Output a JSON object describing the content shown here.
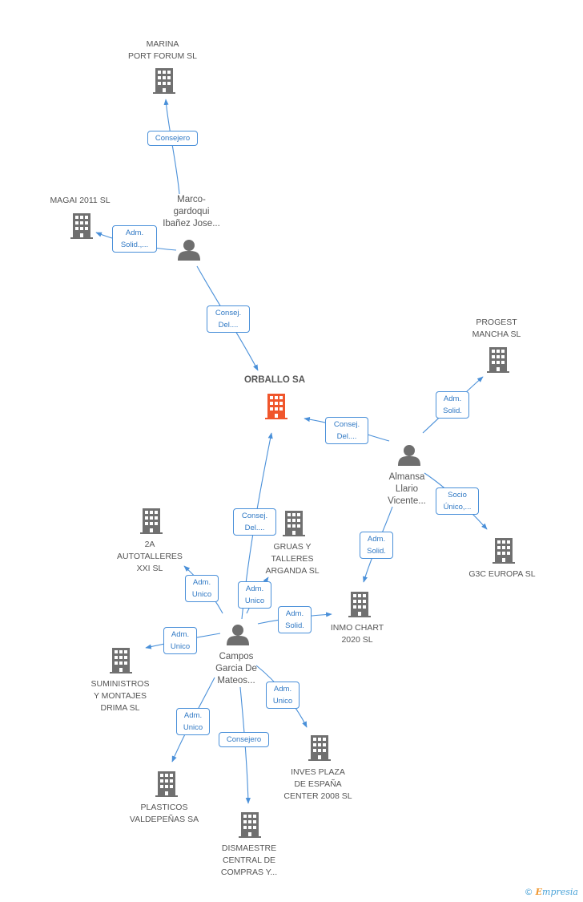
{
  "colors": {
    "edge": "#4a90d9",
    "building": "#707070",
    "focus_building": "#f0562c",
    "person": "#6e6e6e"
  },
  "focus": {
    "name": "ORBALLO SA"
  },
  "companies": {
    "marina": "MARINA\nPORT FORUM SL",
    "magai": "MAGAI 2011 SL",
    "progest": "PROGEST\nMANCHA SL",
    "autotalleres": "2A\nAUTOTALLERES\nXXI SL",
    "gruas": "GRUAS Y\nTALLERES\nARGANDA  SL",
    "g3c": "G3C EUROPA  SL",
    "inmo": "INMO CHART\n2020 SL",
    "suministros": "SUMINISTROS\nY MONTAJES\nDRIMA SL",
    "inves": "INVES PLAZA\nDE ESPAÑA\nCENTER 2008 SL",
    "plasticos": "PLASTICOS\nVALDEPEÑAS SA",
    "dismaestre": "DISMAESTRE\nCENTRAL DE\nCOMPRAS Y..."
  },
  "persons": {
    "marco": "Marco-\ngardoqui\nIbañez Jose...",
    "almansa": "Almansa\nLlario\nVicente...",
    "campos": "Campos\nGarcia De\nMateos..."
  },
  "edges": {
    "marco_marina": "Consejero",
    "marco_magai": "Adm.\nSolid.,...",
    "marco_orballo": "Consej.\nDel....",
    "almansa_orballo": "Consej.\nDel....",
    "almansa_progest": "Adm.\nSolid.",
    "almansa_g3c": "Socio\nÚnico,...",
    "almansa_inmo": "Adm.\nSolid.",
    "campos_orballo": "Consej.\nDel....",
    "campos_autotalleres": "Adm.\nUnico",
    "campos_gruas": "Adm.\nUnico",
    "campos_inmo": "Adm.\nSolid.",
    "campos_suministros": "Adm.\nUnico",
    "campos_inves": "Adm.\nUnico",
    "campos_plasticos": "Adm.\nUnico",
    "campos_dismaestre": "Consejero"
  },
  "brand": {
    "copyright": "©",
    "initial": "E",
    "rest": "mpresia"
  }
}
